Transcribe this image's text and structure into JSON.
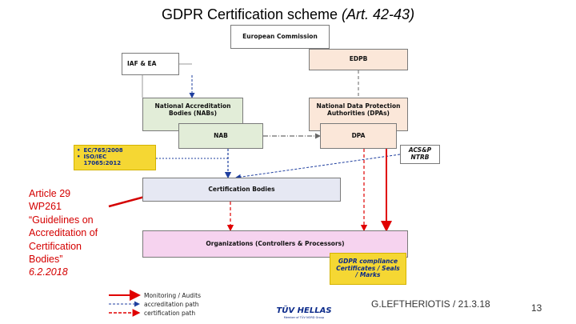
{
  "title": {
    "main": "GDPR Certification scheme",
    "sub": "(Art. 42-43)"
  },
  "diagram": {
    "european_commission": "European Commission",
    "edpb": "EDPB",
    "iaf_ea": "IAF & EA",
    "nabs": "National Accreditation Bodies (NABs)",
    "nab": "NAB",
    "dpas": "National Data Protection Authorities (DPAs)",
    "dpa": "DPA",
    "standards": [
      "EC/765/2008",
      "ISO/IEC 17065:2012"
    ],
    "acs_ntrb": "ACS&P NTRB",
    "certification_bodies": "Certification Bodies",
    "organizations": "Organizations (Controllers & Processors)",
    "gdpr_compliance": "GDPR compliance Certificates / Seals / Marks",
    "legend": {
      "monitoring": "Monitoring / Audits",
      "accreditation": "accreditation path",
      "certification": "certification path"
    },
    "colors": {
      "accreditation": "#1f3f9f",
      "certification": "#e00000",
      "monitoring": "#e00000"
    }
  },
  "annotation": {
    "lines": [
      "Article 29",
      "WP261",
      "“Guidelines on",
      "Accreditation of",
      "Certification",
      "Bodies”"
    ],
    "date": "6.2.2018"
  },
  "logo": {
    "text": "TÜV HELLAS",
    "tagline": "Member of TÜV NORD Group"
  },
  "footer": {
    "author": "G.LEFTHERIOTIS / 21.3.18",
    "page": "13"
  }
}
